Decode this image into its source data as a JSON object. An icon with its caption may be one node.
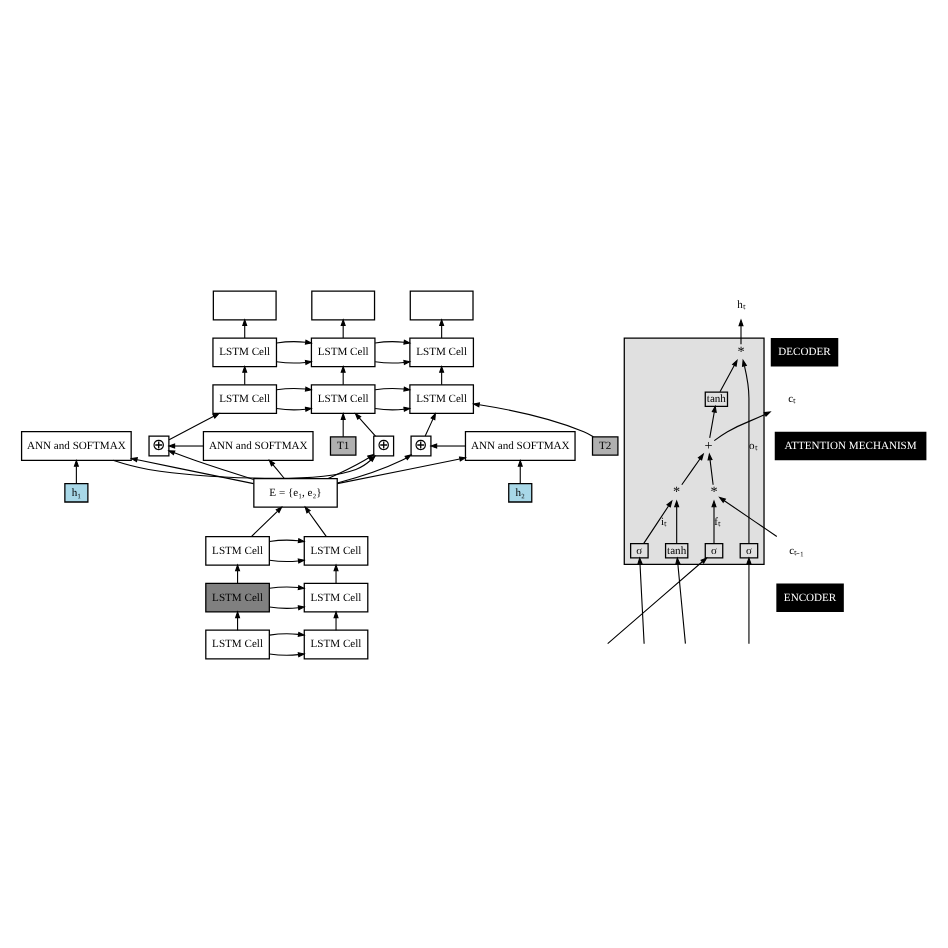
{
  "diagram": {
    "nodes": [
      {
        "text": [],
        "shape": "box"
      },
      {
        "text": [],
        "shape": "box"
      },
      {
        "text": [],
        "shape": "box"
      },
      {
        "text": [
          "LSTM Cell"
        ]
      },
      {
        "text": [
          "LSTM Cell"
        ]
      },
      {
        "text": [
          "LSTM Cell"
        ]
      },
      {
        "text": [
          "LSTM Cell"
        ]
      },
      {
        "text": [
          "LSTM Cell"
        ]
      },
      {
        "text": [
          "LSTM Cell"
        ]
      },
      {
        "text": [
          "h₁"
        ]
      },
      {
        "text": [
          "T1"
        ]
      },
      {
        "text": [
          "h₂"
        ]
      },
      {
        "text": [
          "T2"
        ]
      },
      {
        "text": [
          "ANN and SOFTMAX"
        ]
      },
      {
        "text": [
          "⊕"
        ]
      },
      {
        "text": [
          "ANN and SOFTMAX"
        ]
      },
      {
        "text": [
          "⊕"
        ]
      },
      {
        "text": [
          "ANN and SOFTMAX"
        ]
      },
      {
        "text": [
          "⊕"
        ]
      },
      {
        "text": [
          "E = {e₁, e₂}"
        ]
      },
      {
        "text": [
          "LSTM Cell"
        ]
      },
      {
        "text": [
          "LSTM Cell"
        ]
      },
      {
        "text": [
          "LSTM Cell"
        ]
      },
      {
        "text": [
          "LSTM Cell"
        ]
      },
      {
        "text": [
          "LSTM Cell"
        ]
      },
      {
        "text": [
          "LSTM Cell"
        ]
      },
      {
        "text": [],
        "shape": "box"
      },
      {
        "text": [
          "cₜ₋₁"
        ]
      },
      {
        "text": [
          "*"
        ],
        "in": 26
      },
      {
        "text": [
          "+"
        ],
        "in": 26
      },
      {
        "text": [
          "cₜ"
        ]
      },
      {
        "text": [
          "tanh"
        ],
        "in": 26
      },
      {
        "text": [
          "*"
        ],
        "in": 26
      },
      {
        "text": [
          "hₜ"
        ]
      },
      {
        "text": [
          "*"
        ],
        "in": 26
      },
      {
        "text": [
          "σ"
        ],
        "in": 26
      },
      {
        "text": [
          "σ"
        ],
        "in": 26
      },
      {
        "text": [
          "tanh"
        ],
        "in": 26
      },
      {
        "text": [
          "σ"
        ],
        "in": 26
      }
    ],
    "edges": [
      {
        "from": 3,
        "to": 0,
        "arrow": "to"
      },
      {
        "from": 4,
        "to": 1,
        "arrow": "to"
      },
      {
        "from": 5,
        "to": 2,
        "arrow": "to"
      },
      {
        "from": 3,
        "to": 4,
        "arrow": "to"
      },
      {
        "from": 3,
        "to": 4,
        "arrow": "to"
      },
      {
        "from": 4,
        "to": 5,
        "arrow": "to"
      },
      {
        "from": 4,
        "to": 5,
        "arrow": "to"
      },
      {
        "from": 6,
        "to": 3,
        "arrow": "to"
      },
      {
        "from": 7,
        "to": 4,
        "arrow": "to"
      },
      {
        "from": 8,
        "to": 5,
        "arrow": "to"
      },
      {
        "from": 6,
        "to": 7,
        "arrow": "to"
      },
      {
        "from": 6,
        "to": 7,
        "arrow": "to"
      },
      {
        "from": 7,
        "to": 8,
        "arrow": "to"
      },
      {
        "from": 7,
        "to": 8,
        "arrow": "to"
      },
      {
        "from": 14,
        "to": 6,
        "arrow": "to"
      },
      {
        "from": 10,
        "to": 7,
        "arrow": "to"
      },
      {
        "from": 16,
        "to": 7,
        "arrow": "to"
      },
      {
        "from": 12,
        "to": 8,
        "arrow": "to"
      },
      {
        "from": 18,
        "to": 8,
        "arrow": "to"
      },
      {
        "from": 9,
        "to": 15,
        "arrow": "to"
      },
      {
        "from": 11,
        "to": 17,
        "arrow": "to"
      },
      {
        "from": 13,
        "to": 14,
        "arrow": "to"
      },
      {
        "from": 15,
        "to": 16,
        "arrow": "to"
      },
      {
        "from": 17,
        "to": 18,
        "arrow": "to"
      },
      {
        "from": 19,
        "to": 13,
        "arrow": "to"
      },
      {
        "from": 19,
        "to": 14,
        "arrow": "to"
      },
      {
        "from": 19,
        "to": 15,
        "arrow": "to"
      },
      {
        "from": 19,
        "to": 16,
        "arrow": "to"
      },
      {
        "from": 19,
        "to": 17,
        "arrow": "to"
      },
      {
        "from": 19,
        "to": 18,
        "arrow": "to"
      },
      {
        "from": 20,
        "to": 19,
        "arrow": "to"
      },
      {
        "from": 21,
        "to": 19,
        "arrow": "to"
      },
      {
        "from": 20,
        "to": 21,
        "arrow": "to"
      },
      {
        "from": 20,
        "to": 21,
        "arrow": "to"
      },
      {
        "from": 22,
        "to": 20,
        "arrow": "to"
      },
      {
        "from": 23,
        "to": 21,
        "arrow": "to"
      },
      {
        "from": 22,
        "to": 23,
        "arrow": "to"
      },
      {
        "from": 22,
        "to": 23,
        "arrow": "to"
      },
      {
        "from": 24,
        "to": 22,
        "arrow": "to"
      },
      {
        "from": 25,
        "to": 23,
        "arrow": "to"
      },
      {
        "from": 24,
        "to": 25,
        "arrow": "to"
      },
      {
        "from": 24,
        "to": 25,
        "arrow": "to"
      },
      {
        "from": 27,
        "to": 28,
        "arrow": "to"
      },
      {
        "from": 28,
        "to": 29,
        "arrow": "to"
      },
      {
        "from": 29,
        "to": 30,
        "arrow": "to"
      },
      {
        "from": 29,
        "to": 31,
        "arrow": "to"
      },
      {
        "from": 31,
        "to": 32,
        "arrow": "to"
      },
      {
        "from": 32,
        "to": 33,
        "arrow": "to"
      },
      {
        "from": 34,
        "to": 29,
        "arrow": "to"
      },
      {
        "from": 35,
        "to": 28,
        "arrow": "to",
        "label": "fₜ"
      },
      {
        "from": 36,
        "to": 34,
        "arrow": "to",
        "label": "iₜ"
      },
      {
        "from": 37,
        "to": 34,
        "arrow": "to"
      },
      {
        "from": 38,
        "to": 32,
        "arrow": "to",
        "label": "oₜ"
      },
      {
        "from": null,
        "to": 35,
        "arrow": "to"
      },
      {
        "from": null,
        "to": 36,
        "arrow": "to"
      },
      {
        "from": null,
        "to": 37,
        "arrow": "to"
      },
      {
        "from": null,
        "to": 38,
        "arrow": "to"
      }
    ],
    "labels": [
      "ATTENTION MECHANISM",
      "DECODER",
      "ENCODER"
    ]
  }
}
